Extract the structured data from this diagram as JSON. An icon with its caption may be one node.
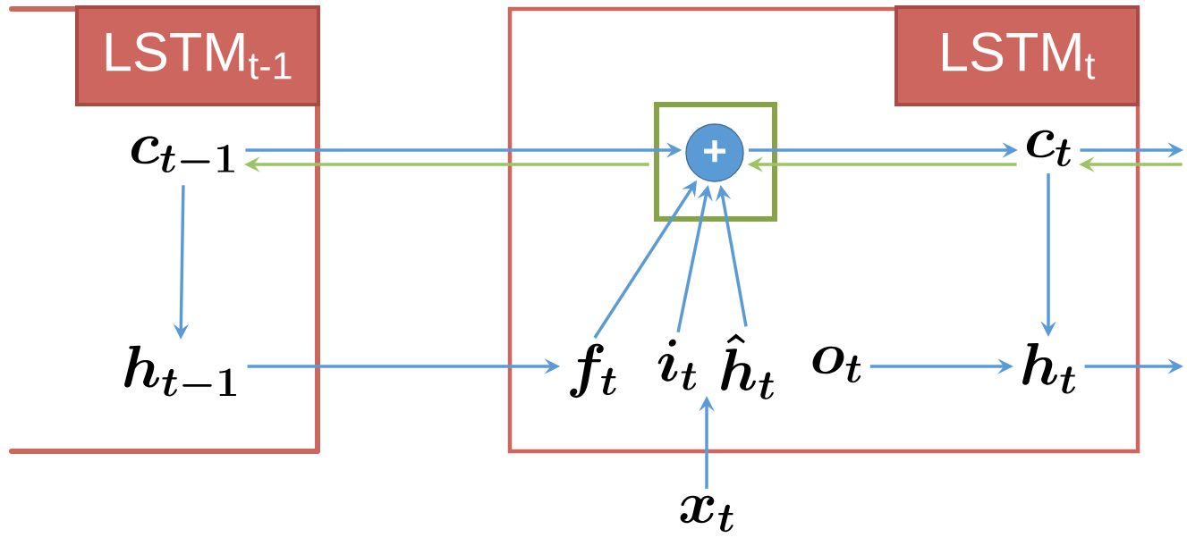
{
  "diagram": {
    "nodes": [
      {
        "text": [],
        "shape": "box"
      },
      {
        "text": [
          "LSTM$_{t-1}$"
        ],
        "in": 0
      },
      {
        "text": [
          "c_{t-1}"
        ],
        "in": 0
      },
      {
        "text": [
          "h_{t-1}"
        ],
        "in": 0
      },
      {
        "text": [],
        "shape": "box"
      },
      {
        "text": [
          "LSTM$_{t}$"
        ],
        "in": 4
      },
      {
        "text": [],
        "shape": "box",
        "in": 4
      },
      {
        "text": [
          "+"
        ],
        "in": 6
      },
      {
        "text": [
          "c_t"
        ],
        "in": 4
      },
      {
        "text": [
          "f_t"
        ],
        "in": 4
      },
      {
        "text": [
          "i_t"
        ],
        "in": 4
      },
      {
        "text": [
          "\\hat{h}_t"
        ],
        "in": 4
      },
      {
        "text": [
          "o_t"
        ],
        "in": 4
      },
      {
        "text": [
          "h_t"
        ],
        "in": 4
      },
      {
        "text": [
          "x_t"
        ]
      }
    ],
    "edges": [
      {
        "from": 2,
        "to": 7,
        "arrow": "to"
      },
      {
        "from": 6,
        "to": 2,
        "arrow": "to",
        "color": "#9dc366"
      },
      {
        "from": 7,
        "to": 8,
        "arrow": "to"
      },
      {
        "from": 8,
        "to": 7,
        "arrow": "to",
        "color": "#9dc366"
      },
      {
        "from": 8,
        "to": null,
        "arrow": "to"
      },
      {
        "from": null,
        "to": 8,
        "arrow": "to",
        "color": "#9dc366"
      },
      {
        "from": 2,
        "to": 3,
        "arrow": "to"
      },
      {
        "from": 8,
        "to": 13,
        "arrow": "to"
      },
      {
        "from": 3,
        "to": 9,
        "arrow": "to"
      },
      {
        "from": 9,
        "to": 7,
        "arrow": "to"
      },
      {
        "from": 10,
        "to": 7,
        "arrow": "to"
      },
      {
        "from": 11,
        "to": 7,
        "arrow": "to"
      },
      {
        "from": 12,
        "to": 13,
        "arrow": "to"
      },
      {
        "from": 13,
        "to": null,
        "arrow": "to"
      },
      {
        "from": 14,
        "to": 10,
        "arrow": "to"
      }
    ]
  }
}
